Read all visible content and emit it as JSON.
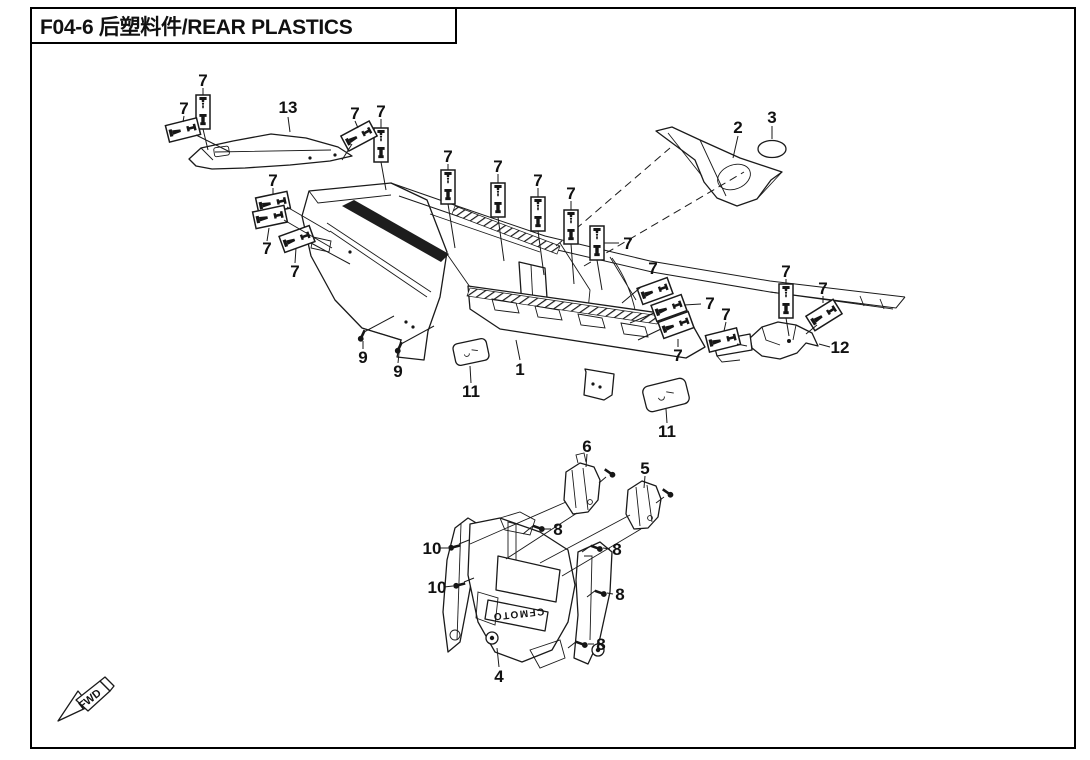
{
  "title": "F04-6 后塑料件/REAR PLASTICS",
  "direction_arrow": {
    "label": "FWD"
  },
  "part4_logo": "CFMOTO",
  "part_labels": {
    "p1": "1",
    "p2": "2",
    "p3": "3",
    "p4": "4",
    "p5": "5",
    "p6": "6",
    "p7": "7",
    "p8": "8",
    "p9": "9",
    "p10": "10",
    "p11": "11",
    "p12": "12",
    "p13": "13"
  }
}
